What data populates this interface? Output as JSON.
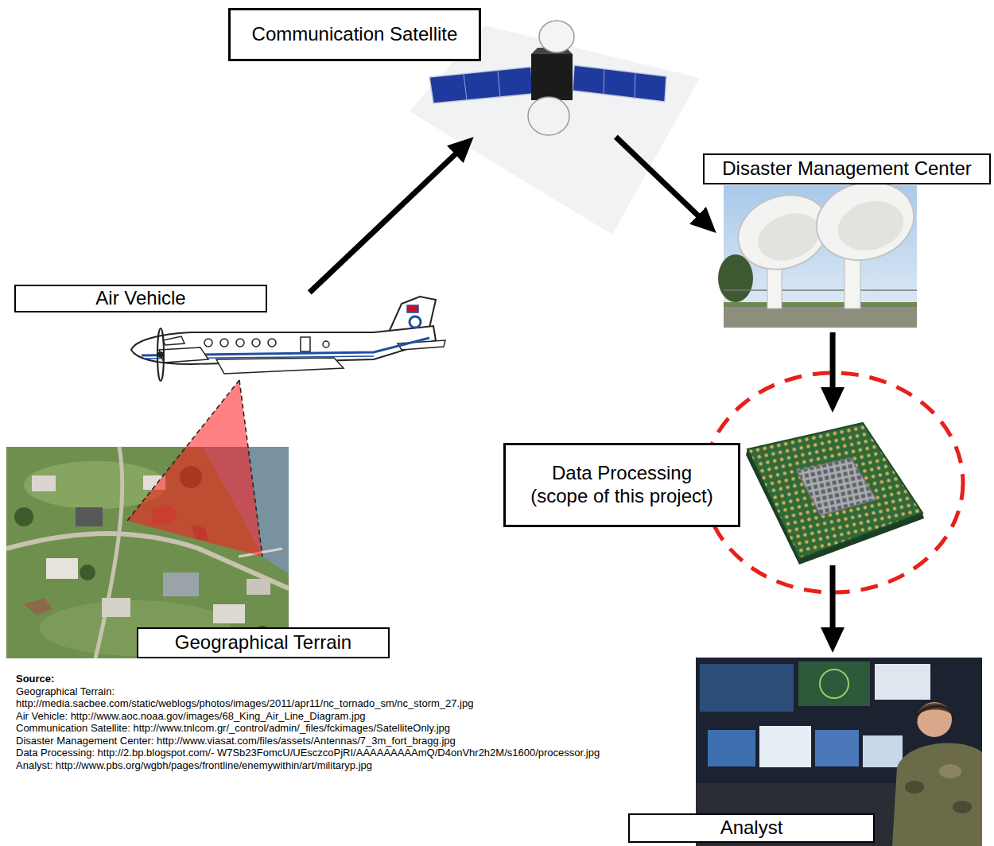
{
  "diagram": {
    "nodes": [
      {
        "text": [
          "Communication Satellite"
        ]
      },
      {
        "text": [
          "Disaster Management Center"
        ]
      },
      {
        "text": [
          "Air Vehicle"
        ]
      },
      {
        "text": [
          "Data Processing (scope of this project)"
        ]
      },
      {
        "text": [
          "Geographical Terrain"
        ]
      },
      {
        "text": [
          "Analyst"
        ]
      }
    ],
    "edges": [
      {
        "from": 2,
        "to": 0,
        "arrow": "to"
      },
      {
        "from": 0,
        "to": 1,
        "arrow": "to"
      },
      {
        "from": 1,
        "to": 3,
        "arrow": "to"
      },
      {
        "from": 3,
        "to": 5,
        "arrow": "to"
      }
    ],
    "labels": [
      "Source:",
      "Geographical Terrain:",
      "http://media.sacbee.com/static/weblogs/photos/images/2011/apr11/nc_tornado_sm/nc_storm_27.jpg",
      "Air Vehicle: http://www.aoc.noaa.gov/images/68_King_Air_Line_Diagram.jpg",
      "Communication Satellite: http://www.tnlcom.gr/_control/admin/_files/fckimages/SatelliteOnly.jpg",
      "Disaster Management Center: http://www.viasat.com/files/assets/Antennas/7_3m_fort_bragg.jpg",
      "Data Processing: http://2.bp.blogspot.com/- W7Sb23FomcU/UEsczcoPjRI/AAAAAAAAAmQ/D4onVhr2h2M/s1600/processor.jpg",
      "Analyst: http://www.pbs.org/wgbh/pages/frontline/enemywithin/art/militaryp.jpg"
    ]
  }
}
